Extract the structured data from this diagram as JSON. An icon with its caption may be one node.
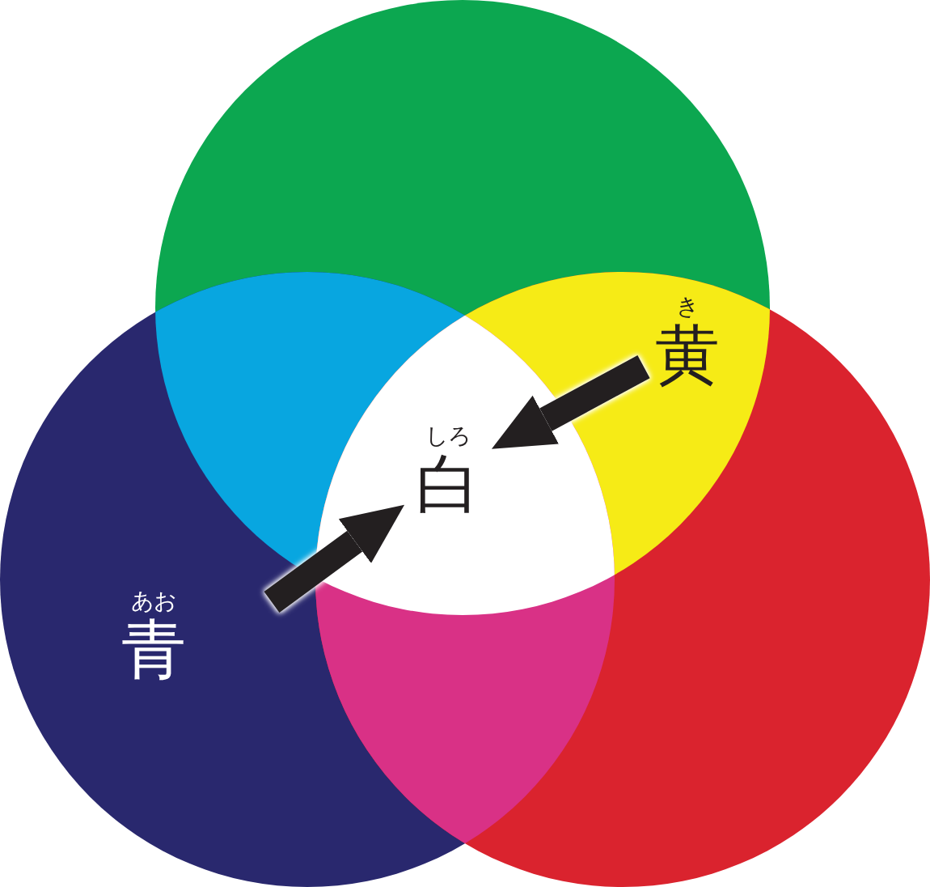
{
  "diagram": {
    "nodes": [
      {
        "text": [
          "き",
          "黄"
        ]
      },
      {
        "text": [
          "しろ",
          "白"
        ]
      },
      {
        "text": [
          "あお",
          "青"
        ]
      }
    ],
    "edges": [
      {
        "from": 0,
        "to": 1,
        "arrow": "to"
      },
      {
        "from": null,
        "to": 1,
        "arrow": "to"
      }
    ]
  }
}
